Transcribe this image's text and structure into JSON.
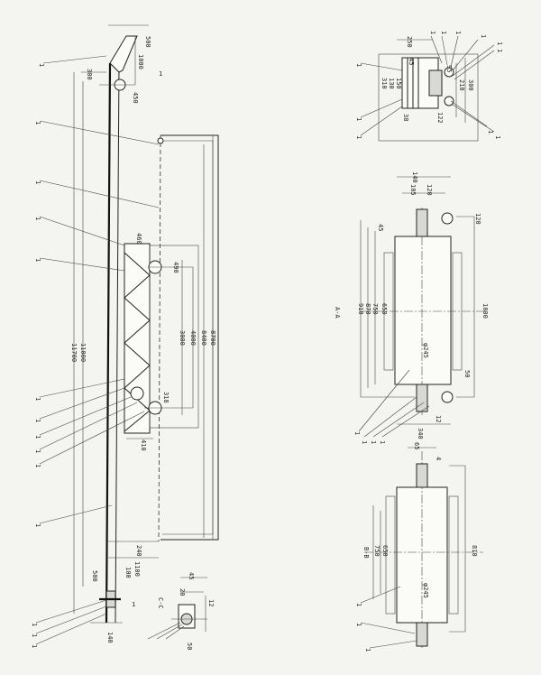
{
  "main_view": {
    "dims": {
      "d11700": "11700",
      "d11000": "11000",
      "d1000": "1000",
      "d300": "300",
      "d500top": "500",
      "d450": "450",
      "d460": "460",
      "d490": "490",
      "d3000": "3000",
      "d4000": "4000",
      "d8400": "8400",
      "d8700": "8700",
      "d318": "318",
      "d410": "410",
      "d240": "240",
      "d1100": "1100",
      "d500bot": "500",
      "d100": "100",
      "d140": "140"
    },
    "markers": {
      "cut_bottom": "1",
      "cut_top": "1"
    }
  },
  "view_top_right": {
    "dims": {
      "d250": "250",
      "d45": "45",
      "d310": "310",
      "d130": "130",
      "d150": "150",
      "d210": "210",
      "d300": "300",
      "d122": "122",
      "d95": "95",
      "d38": "38"
    }
  },
  "view_a": {
    "label": "A-A",
    "dims": {
      "d140": "140",
      "d120a": "120",
      "d105": "105",
      "d45": "45",
      "d120b": "120",
      "d910": "910",
      "d870": "870",
      "d750": "750",
      "d650": "650",
      "d1000": "1000",
      "d50": "50",
      "d12": "12",
      "d340": "340",
      "dia": "φ245"
    }
  },
  "view_b": {
    "label": "B-B",
    "dims": {
      "d65": "65",
      "d4": "4",
      "d750": "750",
      "d650": "650",
      "d810": "810",
      "dia": "φ245"
    }
  },
  "view_c": {
    "label": "C-C",
    "dims": {
      "d45": "45",
      "d20": "20",
      "d12": "12",
      "d50": "50"
    }
  },
  "callouts": {
    "label": "1"
  }
}
